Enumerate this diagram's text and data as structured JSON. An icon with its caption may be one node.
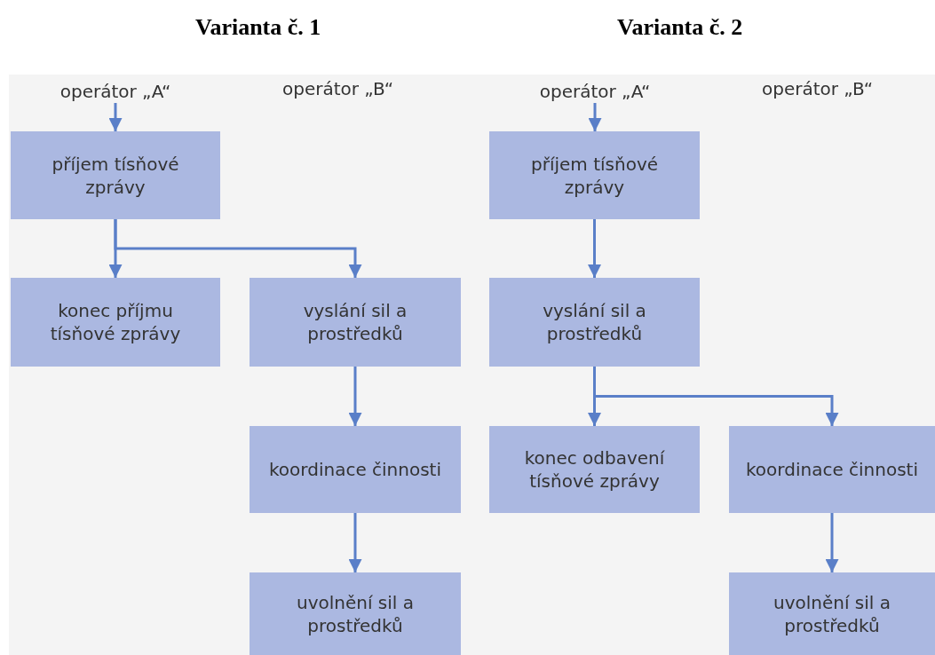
{
  "diagram": {
    "nodes": [
      {
        "text": [
          "operátor „A“"
        ]
      },
      {
        "text": [
          "příjem tísňové zprávy"
        ]
      },
      {
        "text": [
          "konec příjmu tísňové zprávy"
        ]
      },
      {
        "text": [
          "vyslání sil a prostředků"
        ]
      },
      {
        "text": [
          "koordinace činnosti"
        ]
      },
      {
        "text": [
          "uvolnění sil a prostředků"
        ]
      },
      {
        "text": [
          "operátor „A“"
        ]
      },
      {
        "text": [
          "příjem tísňové zprávy"
        ]
      },
      {
        "text": [
          "vyslání sil a prostředků"
        ]
      },
      {
        "text": [
          "konec odbavení tísňové zprávy"
        ]
      },
      {
        "text": [
          "koordinace činnosti"
        ]
      },
      {
        "text": [
          "uvolnění sil a prostředků"
        ]
      }
    ],
    "edges": [
      {
        "from": 0,
        "to": 1,
        "arrow": "to"
      },
      {
        "from": 1,
        "to": 2,
        "arrow": "to"
      },
      {
        "from": 1,
        "to": 3,
        "arrow": "to"
      },
      {
        "from": 3,
        "to": 4,
        "arrow": "to"
      },
      {
        "from": 4,
        "to": 5,
        "arrow": "to"
      },
      {
        "from": 6,
        "to": 7,
        "arrow": "to"
      },
      {
        "from": 7,
        "to": 8,
        "arrow": "to"
      },
      {
        "from": 8,
        "to": 9,
        "arrow": "to"
      },
      {
        "from": 8,
        "to": 10,
        "arrow": "to"
      },
      {
        "from": 10,
        "to": 11,
        "arrow": "to"
      }
    ],
    "labels": [
      "Varianta č. 1",
      "Varianta č. 2",
      "operátor „B“",
      "operátor „B“"
    ]
  }
}
